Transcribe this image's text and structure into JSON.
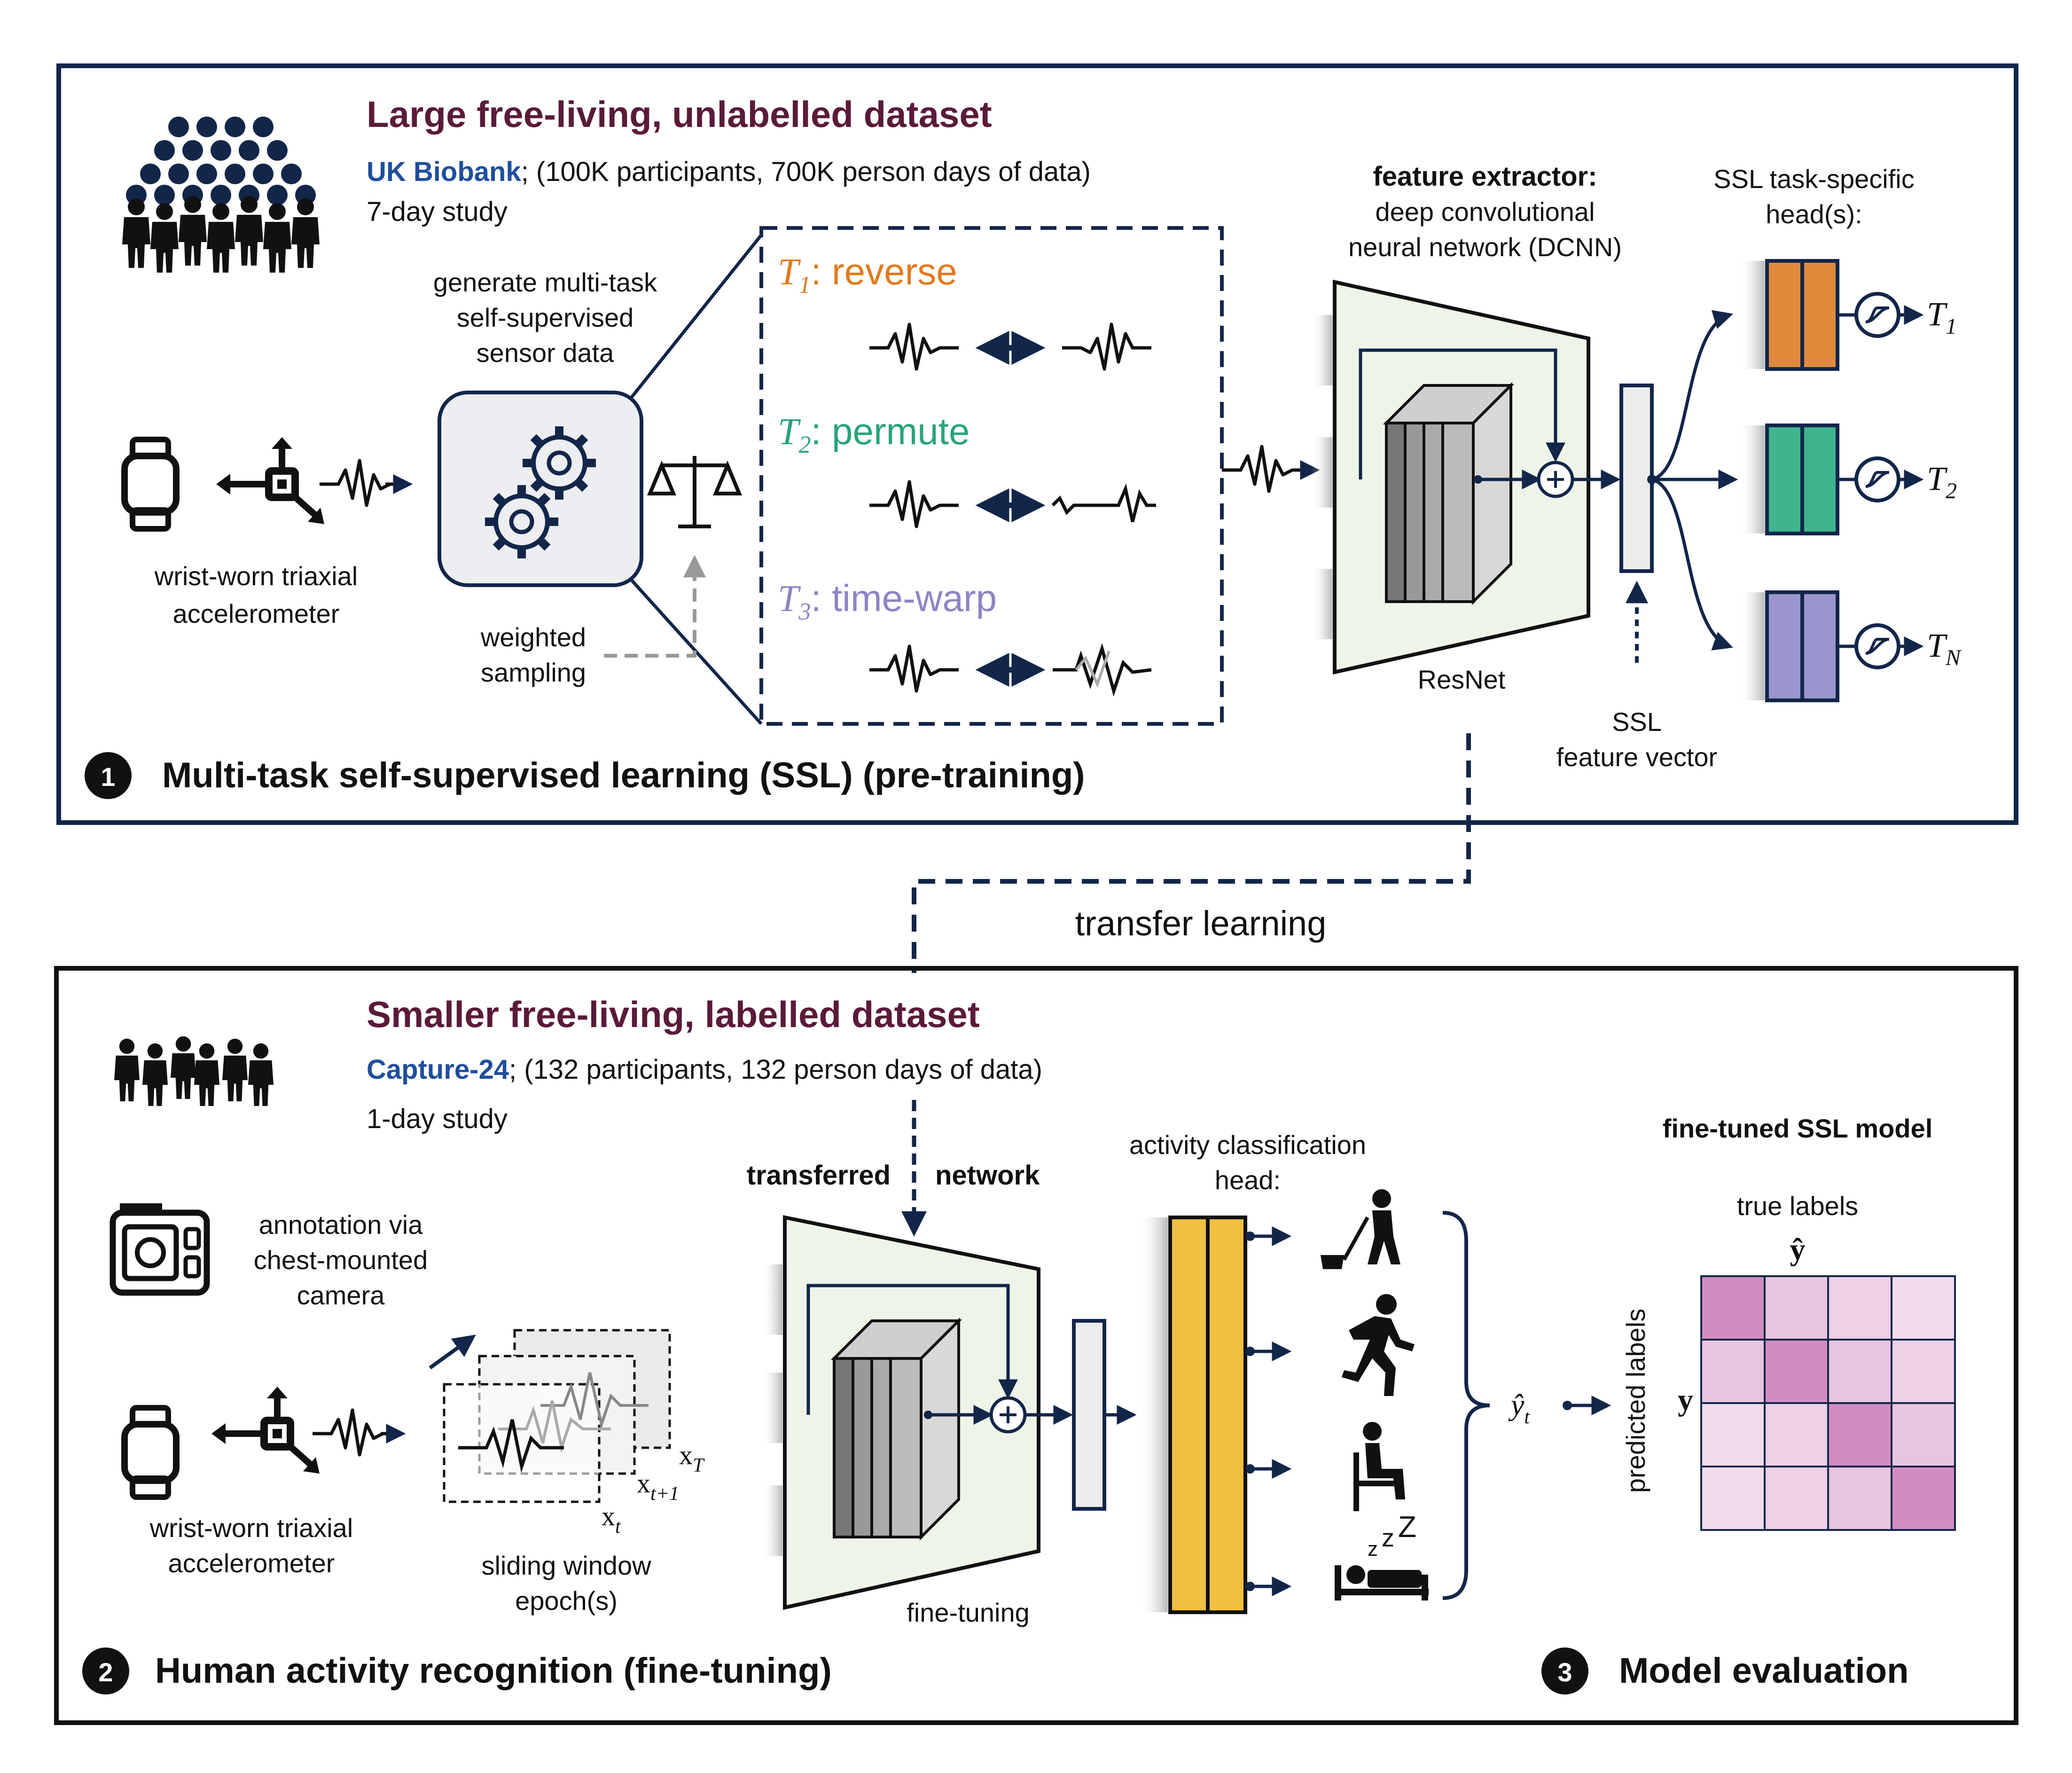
{
  "panel1": {
    "title": "Large free-living, unlabelled dataset",
    "dataset_name": "UK Biobank",
    "dataset_detail": "; (100K participants, 700K person days of data)",
    "study": "7-day study",
    "sensor_label_1": "wrist-worn triaxial",
    "sensor_label_2": "accelerometer",
    "generate_1": "generate multi-task",
    "generate_2": "self-supervised",
    "generate_3": "sensor data",
    "weighted_1": "weighted",
    "weighted_2": "sampling",
    "tasks": [
      {
        "sym": "T",
        "sub": "1",
        "name": ": reverse",
        "color": "#e07b1f"
      },
      {
        "sym": "T",
        "sub": "2",
        "name": ": permute",
        "color": "#2aa37a"
      },
      {
        "sym": "T",
        "sub": "3",
        "name": ": time-warp",
        "color": "#8d84c4"
      }
    ],
    "feature_title": "feature extractor:",
    "feature_1": "deep convolutional",
    "feature_2": "neural network (DCNN)",
    "resnet": "ResNet",
    "ssl_vec_1": "SSL",
    "ssl_vec_2": "feature vector",
    "heads_1": "SSL task-specific",
    "heads_2": "head(s):",
    "head_outputs": [
      {
        "sym": "T",
        "sub": "1",
        "color": "#e08a3c"
      },
      {
        "sym": "T",
        "sub": "2",
        "color": "#3fb48f"
      },
      {
        "sym": "T",
        "sub": "N",
        "color": "#9a95cc"
      }
    ],
    "step_num": "1",
    "step_label": "Multi-task self-supervised learning (SSL) (pre-training)"
  },
  "transfer_label": "transfer learning",
  "panel2": {
    "title": "Smaller free-living, labelled dataset",
    "dataset_name": "Capture-24",
    "dataset_detail": "; (132 participants, 132 person days of data)",
    "study": "1-day study",
    "camera_1": "annotation via",
    "camera_2": "chest-mounted",
    "camera_3": "camera",
    "sensor_label_1": "wrist-worn triaxial",
    "sensor_label_2": "accelerometer",
    "window_1": "sliding window",
    "window_2": "epoch(s)",
    "x_labels": [
      {
        "base": "x",
        "sub": "T"
      },
      {
        "base": "x",
        "sub": "t+1"
      },
      {
        "base": "x",
        "sub": "t"
      }
    ],
    "transferred": "transferred",
    "network": "network",
    "fine_tuning": "fine-tuning",
    "head_1": "activity classification",
    "head_2": "head:",
    "head_color": "#f0c040",
    "yhat": "ŷ",
    "yhat_sub": "t",
    "step_num": "2",
    "step_label": "Human activity recognition (fine-tuning)"
  },
  "panel3": {
    "model_title": "fine-tuned SSL model",
    "true_labels": "true labels",
    "true_sym": "ŷ",
    "pred_labels": "predicted  labels",
    "pred_sym": "y",
    "matrix": [
      [
        0.9,
        0.4,
        0.3,
        0.2
      ],
      [
        0.4,
        0.9,
        0.4,
        0.3
      ],
      [
        0.2,
        0.3,
        0.9,
        0.4
      ],
      [
        0.2,
        0.3,
        0.4,
        0.9
      ]
    ],
    "step_num": "3",
    "step_label": "Model evaluation"
  },
  "colors": {
    "navy": "#12264a",
    "title": "#5a1a3a",
    "link": "#1f4e9c",
    "cm_light": "#f1dcec",
    "cm_dark": "#d28dc0"
  }
}
